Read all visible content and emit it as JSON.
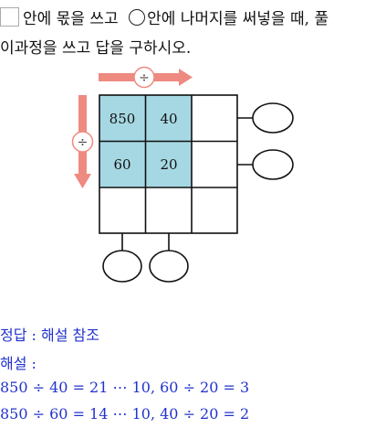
{
  "question": {
    "part1": "안에 몫을 쓰고",
    "part2": "안에 나머지를 써넣을 때, 풀",
    "line2": "이과정을 쓰고 답을 구하시오."
  },
  "diagram": {
    "arrow_sign": "÷",
    "cells": [
      [
        "850",
        "40",
        ""
      ],
      [
        "60",
        "20",
        ""
      ],
      [
        "",
        "",
        ""
      ]
    ],
    "shaded_color": "#a6d8e3",
    "arrow_color": "#ee8a80"
  },
  "answer": {
    "label": "정답 : 해설 참조",
    "expl_label": "해설 :",
    "line1": "850 ÷ 40 = 21 ⋯ 10,  60 ÷ 20 = 3",
    "line2": "850 ÷ 60 = 14 ⋯ 10,  40 ÷ 20 = 2",
    "color": "#2233cc"
  }
}
